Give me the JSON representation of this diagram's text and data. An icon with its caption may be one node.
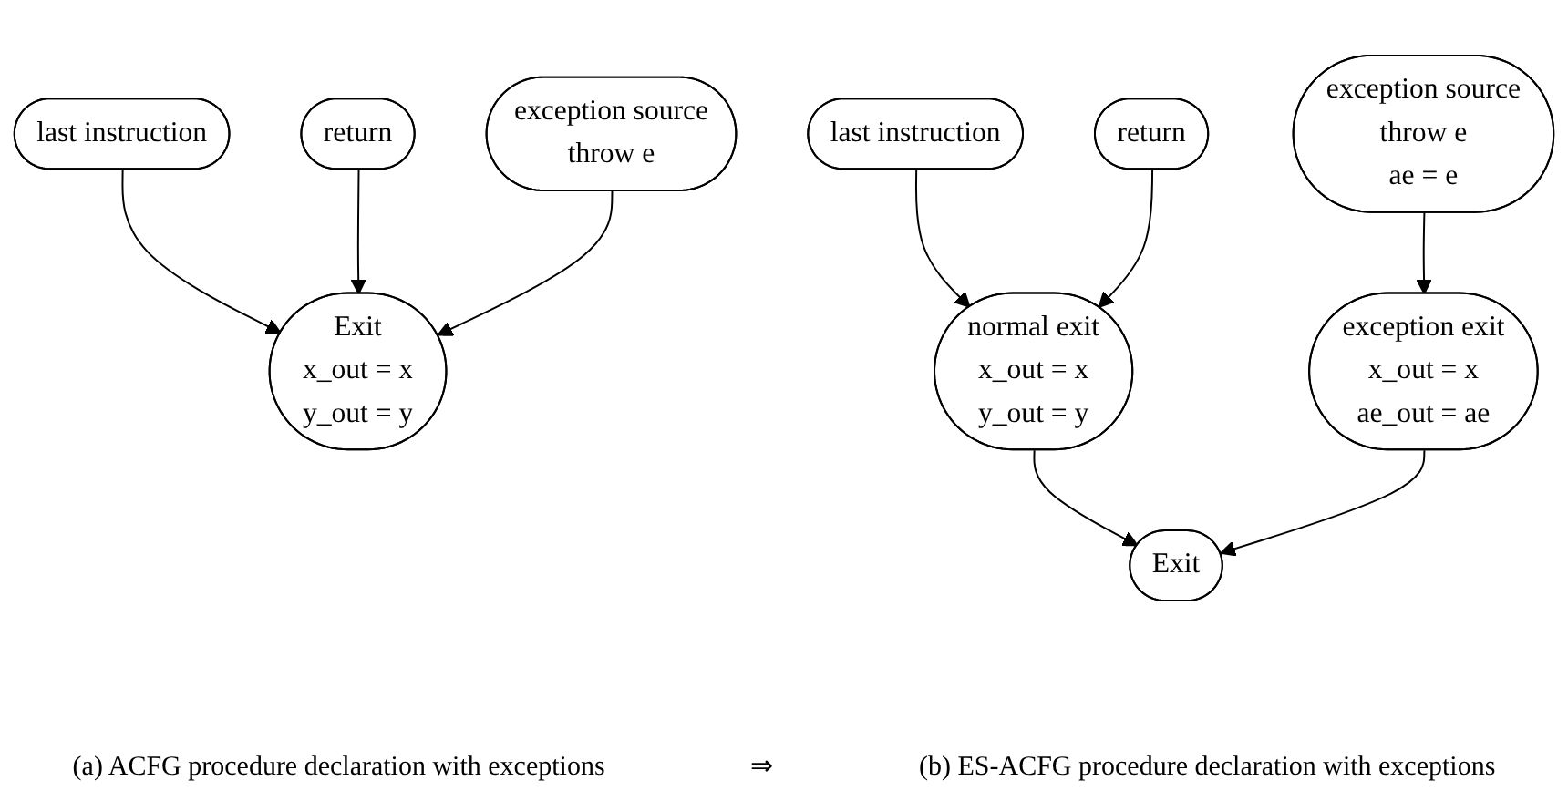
{
  "diagram": {
    "nodes": [
      {
        "text": [
          "return"
        ]
      },
      {
        "text": [
          "last instruction"
        ]
      },
      {
        "text": [
          "exception source",
          "throw e"
        ]
      },
      {
        "text": [
          "Exit",
          "x_out = x",
          "y_out = y"
        ]
      },
      {
        "text": [
          "return"
        ]
      },
      {
        "text": [
          "last instruction"
        ]
      },
      {
        "text": [
          "exception source",
          "throw e",
          "ae = e"
        ]
      },
      {
        "text": [
          "normal exit",
          "x_out = x",
          "y_out = y"
        ]
      },
      {
        "text": [
          "exception exit",
          "x_out = x",
          "ae_out = ae"
        ]
      },
      {
        "text": [
          "Exit"
        ]
      }
    ],
    "edges": [
      {
        "from": 1,
        "to": 3,
        "arrow": "to"
      },
      {
        "from": 0,
        "to": 3,
        "arrow": "to"
      },
      {
        "from": 2,
        "to": 3,
        "arrow": "to"
      },
      {
        "from": 5,
        "to": 7,
        "arrow": "to"
      },
      {
        "from": 4,
        "to": 7,
        "arrow": "to"
      },
      {
        "from": 6,
        "to": 8,
        "arrow": "to"
      },
      {
        "from": 7,
        "to": 9,
        "arrow": "to"
      },
      {
        "from": 8,
        "to": 9,
        "arrow": "to"
      }
    ],
    "labels": [
      "(a) ACFG procedure declaration with exceptions",
      "⇒",
      "(b) ES-ACFG procedure declaration with exceptions"
    ]
  }
}
